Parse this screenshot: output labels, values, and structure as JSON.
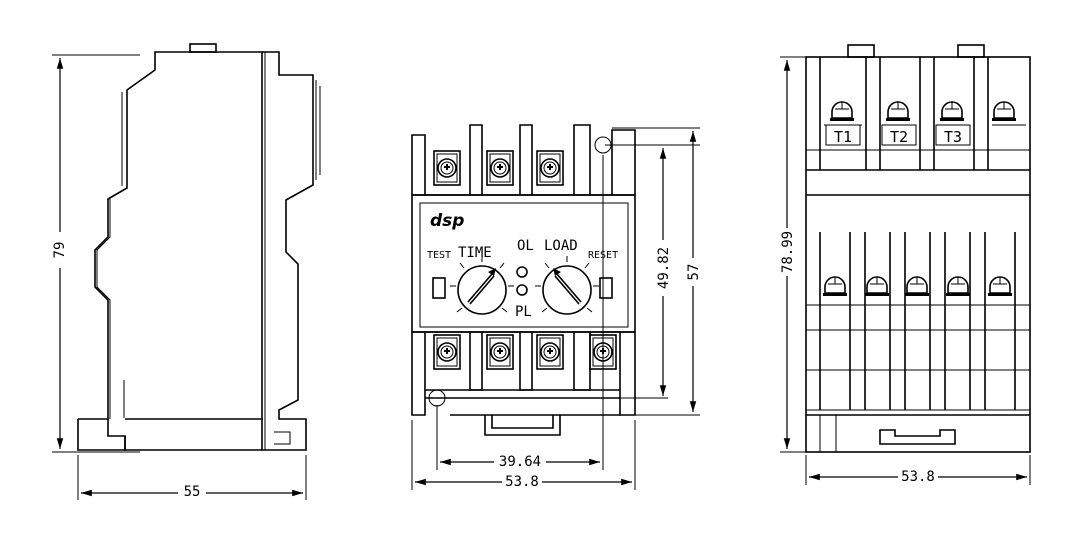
{
  "side_view": {
    "height_label": "79",
    "width_label": "55"
  },
  "front_view": {
    "brand": "dsp",
    "test_label": "TEST",
    "time_label": "TIME",
    "ol_label": "OL",
    "load_label": "LOAD",
    "reset_label": "RESET",
    "pl_label": "PL",
    "inner_width_label": "39.64",
    "outer_width_label": "53.8",
    "inner_height_label": "49.82",
    "outer_height_label": "57"
  },
  "rear_view": {
    "terminals": [
      "T1",
      "T2",
      "T3"
    ],
    "height_label": "78.99",
    "width_label": "53.8"
  }
}
